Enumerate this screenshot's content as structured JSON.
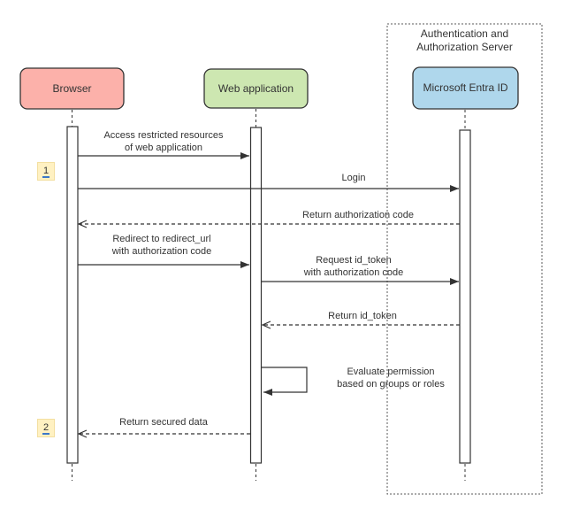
{
  "diagram": {
    "type": "sequence",
    "background": "#ffffff",
    "boundary": {
      "label": "Authentication and\nAuthorization Server"
    },
    "actors": [
      {
        "id": "browser",
        "label": "Browser",
        "fill": "#FCB1AA",
        "stroke": "#333333"
      },
      {
        "id": "web-application",
        "label": "Web application",
        "fill": "#CDE7B1",
        "stroke": "#333333"
      },
      {
        "id": "microsoft-entra-id",
        "label": "Microsoft Entra ID",
        "fill": "#AFD7EC",
        "stroke": "#333333"
      }
    ],
    "badges": [
      {
        "label": "1",
        "fill": "#FFF1C2",
        "underline": "#3B77C8"
      },
      {
        "label": "2",
        "fill": "#FFF1C2",
        "underline": "#3B77C8"
      }
    ],
    "messages": [
      {
        "label": "Access restricted resources\nof web application",
        "from": "browser",
        "to": "web-application",
        "style": "solid"
      },
      {
        "label": "Login",
        "from": "browser",
        "to": "microsoft-entra-id",
        "style": "solid"
      },
      {
        "label": "Return authorization code",
        "from": "microsoft-entra-id",
        "to": "browser",
        "style": "dashed"
      },
      {
        "label": "Redirect to redirect_url\nwith authorization code",
        "from": "browser",
        "to": "web-application",
        "style": "solid"
      },
      {
        "label": "Request id_token\nwith authorization code",
        "from": "web-application",
        "to": "microsoft-entra-id",
        "style": "solid"
      },
      {
        "label": "Return id_token",
        "from": "microsoft-entra-id",
        "to": "web-application",
        "style": "dashed"
      },
      {
        "label": "Evaluate permission\nbased on groups or roles",
        "from": "web-application",
        "to": "web-application",
        "style": "self"
      },
      {
        "label": "Return secured data",
        "from": "web-application",
        "to": "browser",
        "style": "dashed"
      }
    ]
  }
}
